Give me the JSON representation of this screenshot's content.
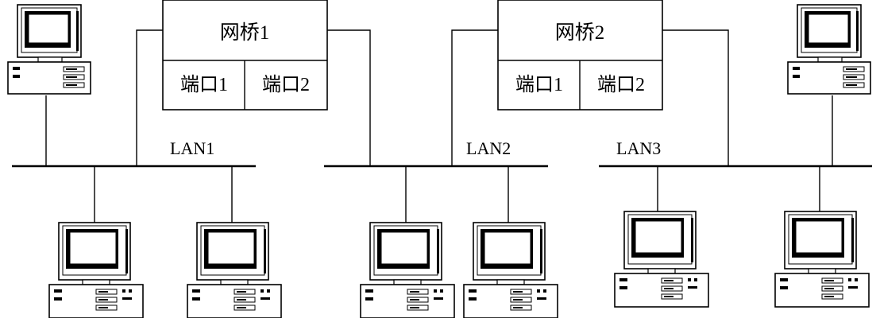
{
  "bridges": [
    {
      "name": "网桥1",
      "ports": [
        "端口1",
        "端口2"
      ]
    },
    {
      "name": "网桥2",
      "ports": [
        "端口1",
        "端口2"
      ]
    }
  ],
  "lans": [
    "LAN1",
    "LAN2",
    "LAN3"
  ]
}
